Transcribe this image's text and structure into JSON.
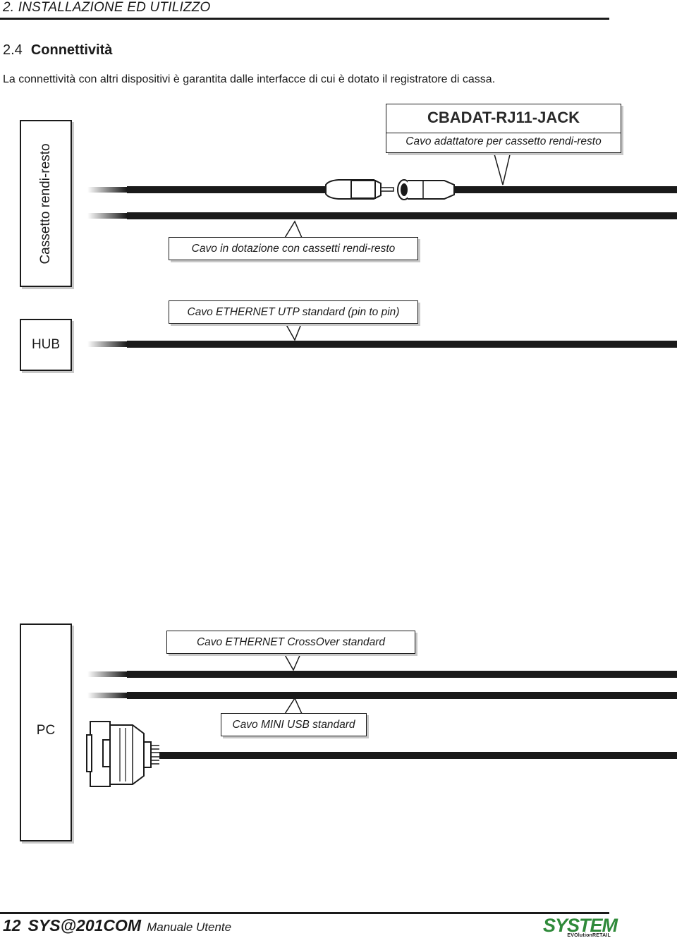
{
  "header": {
    "section": "2. INSTALLAZIONE ED UTILIZZO",
    "subsection_number": "2.4",
    "subsection_title": "Connettività"
  },
  "intro": "La connettività con altri dispositivi è garantita dalle interfacce di cui è dotato il registratore di cassa.",
  "devices": {
    "cassetto": "Cassetto rendi-resto",
    "hub": "HUB",
    "pc": "PC"
  },
  "callouts": {
    "cbadat_title": "CBADAT-RJ11-JACK",
    "cbadat_desc": "Cavo adattatore per cassetto rendi-resto",
    "cassetti": "Cavo in dotazione con cassetti rendi-resto",
    "utp": "Cavo ETHERNET UTP standard (pin to pin)",
    "crossover": "Cavo ETHERNET CrossOver standard",
    "usb": "Cavo MINI USB standard"
  },
  "footer": {
    "page": "12",
    "product": "SYS@201COM",
    "manual": "Manuale Utente"
  },
  "brand": {
    "name": "SYSTEM",
    "tagline": "EVOlutionRETAIL",
    "color": "#2f8a3a"
  }
}
